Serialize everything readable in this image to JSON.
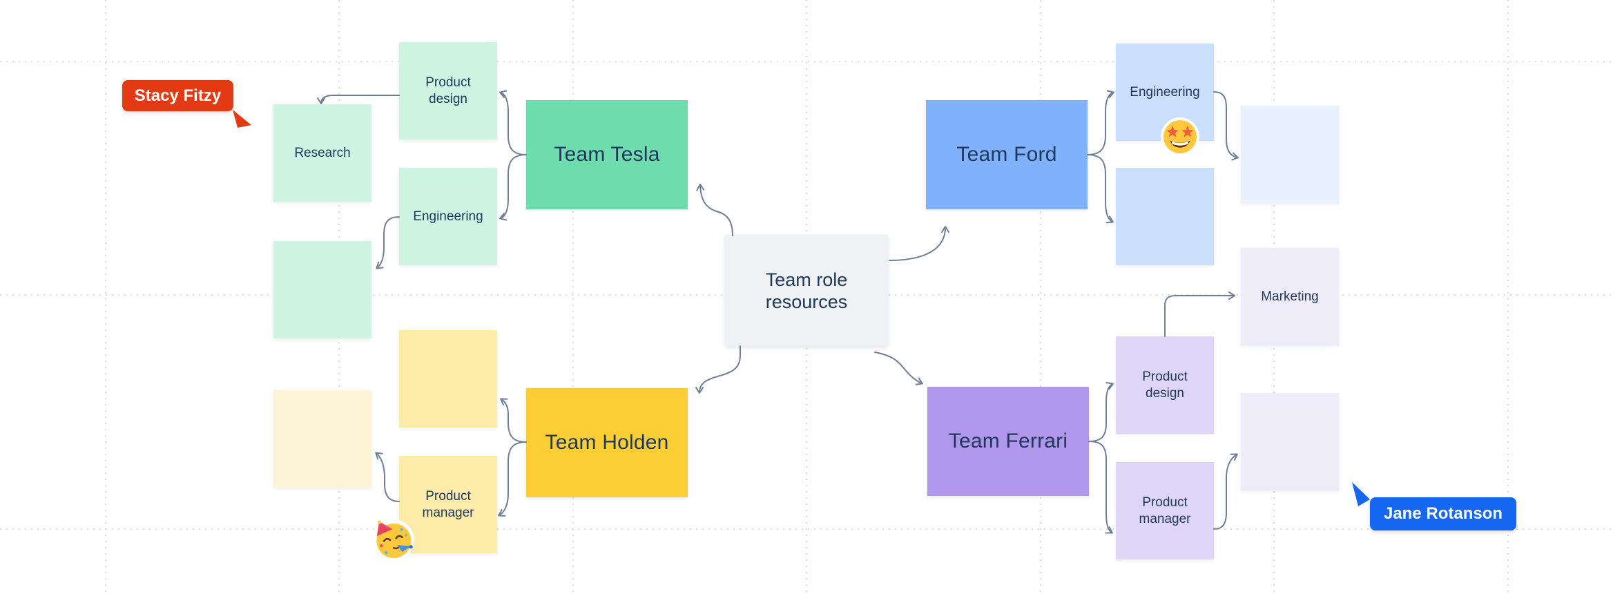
{
  "canvas": {
    "background": "#FFFFFF",
    "grid_color": "#DBDBDB",
    "connector_color": "#6F7E98",
    "text_color": "#20385C"
  },
  "center_node": {
    "label": "Team role resources",
    "bg": "#EFF1F3"
  },
  "team_nodes": [
    {
      "label": "Team Tesla",
      "bg": "#6FDCAD"
    },
    {
      "label": "Team Ford",
      "bg": "#80B2FB"
    },
    {
      "label": "Team Holden",
      "bg": "#FCCE35"
    },
    {
      "label": "Team Ferrari",
      "bg": "#B097EB"
    }
  ],
  "stickies": [
    {
      "label": "Research",
      "bg": "#CDF5E2"
    },
    {
      "label": "Product design",
      "bg": "#CDF5E2"
    },
    {
      "label": "Engineering",
      "bg": "#CDF5E2"
    },
    {
      "label": "",
      "bg": "#CDF5E2"
    },
    {
      "label": "",
      "bg": "#FDF4D7"
    },
    {
      "label": "",
      "bg": "#FDEBA9"
    },
    {
      "label": "Product manager",
      "bg": "#FDEBA9"
    },
    {
      "label": "Engineering",
      "bg": "#CADFFB"
    },
    {
      "label": "",
      "bg": "#CADFFB"
    },
    {
      "label": "",
      "bg": "#E7F0FD"
    },
    {
      "label": "Marketing",
      "bg": "#EFECFA"
    },
    {
      "label": "Product design",
      "bg": "#DFD6F7"
    },
    {
      "label": "Product manager",
      "bg": "#DFD6F7"
    },
    {
      "label": "",
      "bg": "#EFECFA"
    }
  ],
  "cursors": [
    {
      "name": "Stacy Fitzy",
      "color": "#E23A12"
    },
    {
      "name": "Jane Rotanson",
      "color": "#1566F0"
    }
  ],
  "stickers": [
    {
      "name": "star-struck-emoji"
    },
    {
      "name": "partying-face-emoji"
    }
  ]
}
